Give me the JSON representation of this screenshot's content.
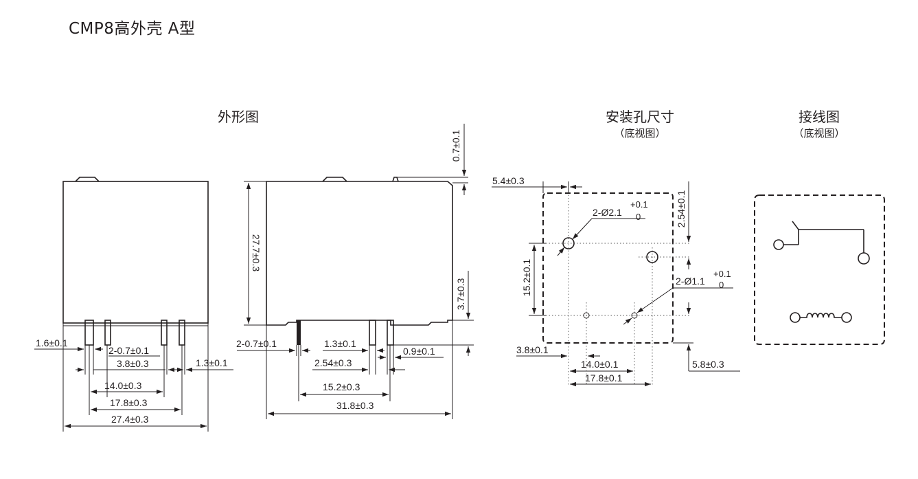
{
  "title": "CMP8高外壳 A型",
  "sections": {
    "outline": {
      "title": "外形图"
    },
    "mounting": {
      "title": "安装孔尺寸",
      "subtitle": "（底视图）"
    },
    "wiring": {
      "title": "接线图",
      "subtitle": "（底视图）"
    }
  },
  "front_view": {
    "pin_width": "1.6±0.1",
    "pin_pitch_inner": "2-0.7±0.1",
    "pin_gap": "3.8±0.3",
    "pin_thick": "1.3±0.1",
    "pitch_14": "14.0±0.3",
    "pitch_17": "17.8±0.3",
    "width": "27.4±0.3"
  },
  "side_view": {
    "height": "27.7±0.3",
    "top_tab": "0.7±0.1",
    "pin_len": "3.7±0.3",
    "pin_thk": "2-0.7±0.1",
    "pin_w": "1.3±0.1",
    "pin_pitch": "2.54±0.3",
    "pin_small": "0.9±0.1",
    "pitch_15": "15.2±0.3",
    "length": "31.8±0.3"
  },
  "mounting_holes": {
    "left_offset": "5.4±0.3",
    "big_hole": "2-Ø2.1",
    "big_tol_plus": "+0.1",
    "big_tol_zero": "0",
    "small_hole": "2-Ø1.1",
    "small_tol_plus": "+0.1",
    "small_tol_zero": "0",
    "top_offset": "2.54±0.1",
    "vertical": "15.2±0.1",
    "bottom_left": "3.8±0.1",
    "h14": "14.0±0.1",
    "h17": "17.8±0.1",
    "right": "5.8±0.3"
  }
}
